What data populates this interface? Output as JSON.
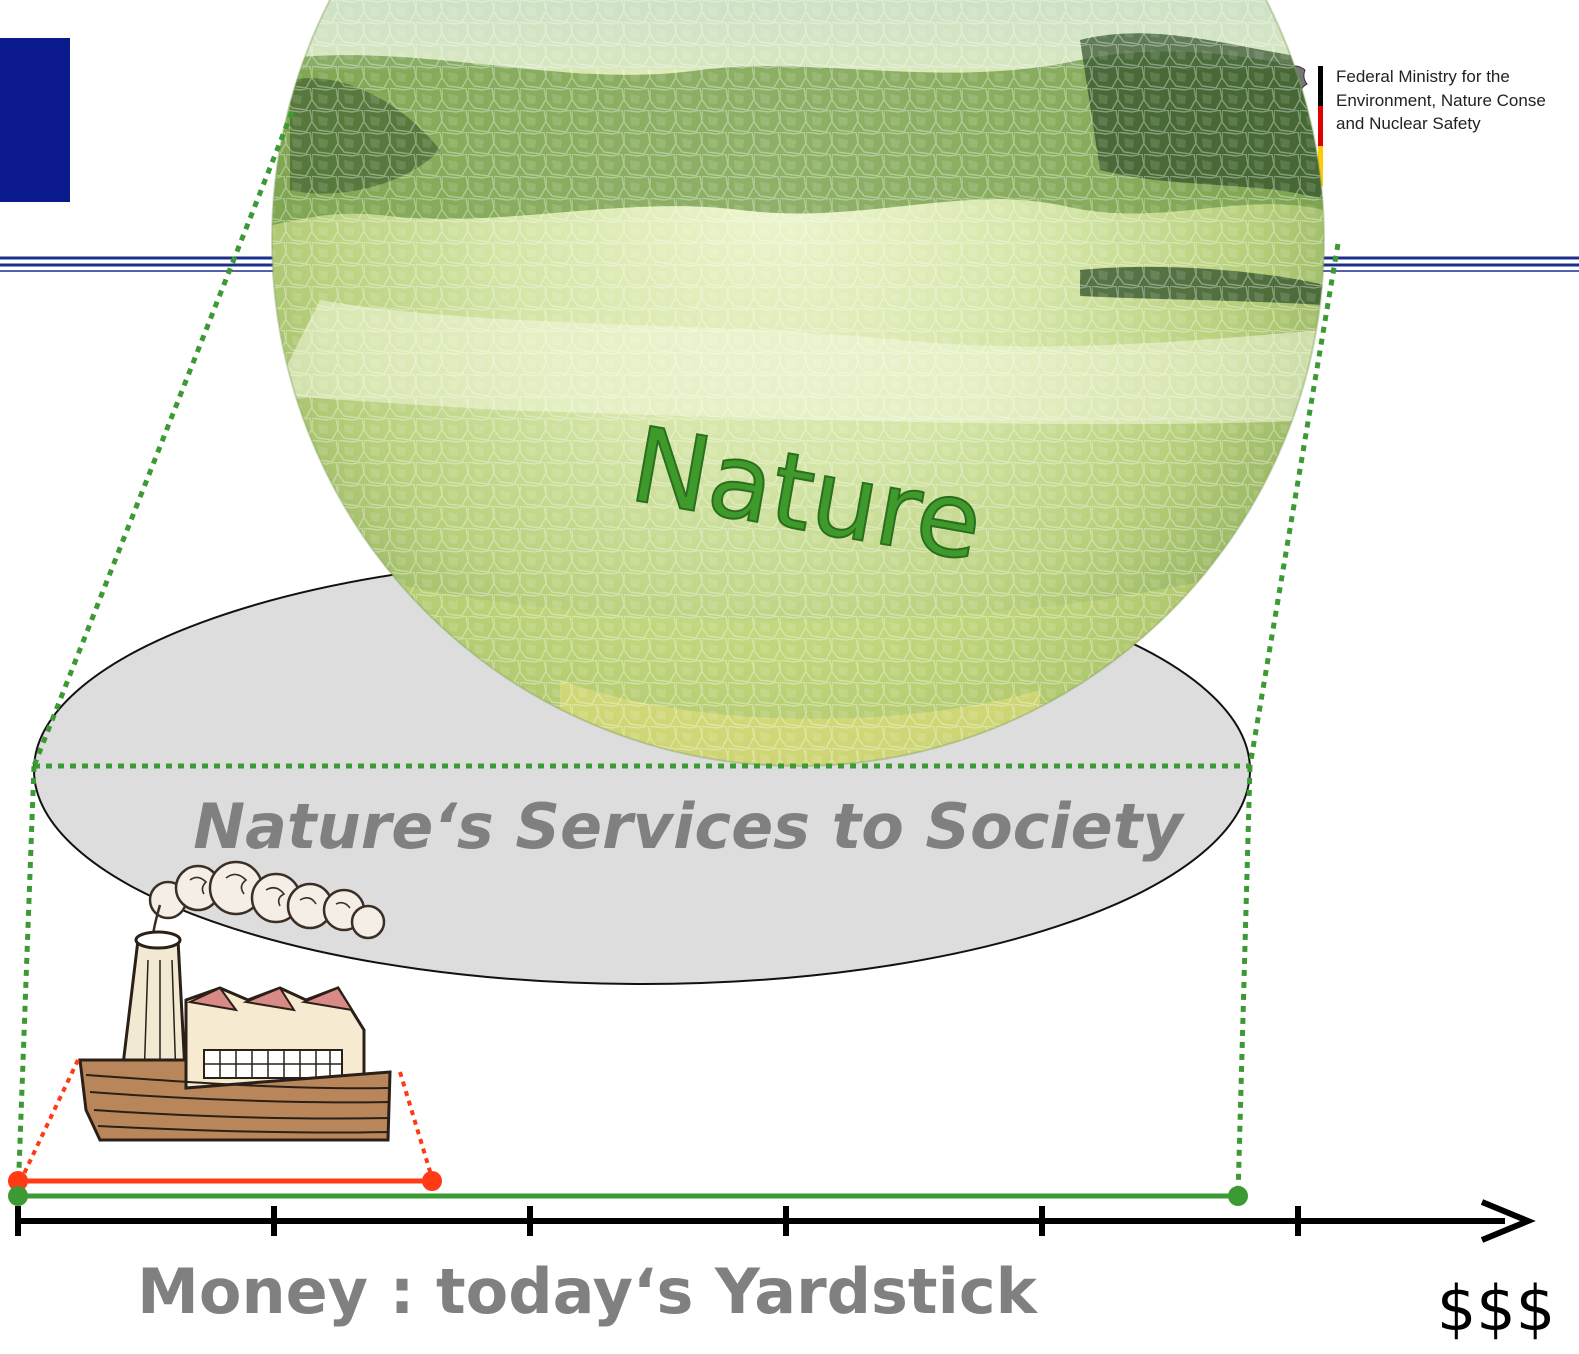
{
  "header": {
    "ministry_line_1": "Federal Ministry for the",
    "ministry_line_2": "Environment, Nature Conse",
    "ministry_line_3": "and Nuclear Safety",
    "left_block_color": "#0a1a8c",
    "rule_color": "#1c2f8c",
    "flag_colors": [
      "#000000",
      "#dd0000",
      "#ffcc00"
    ]
  },
  "diagram": {
    "sphere_label": "Nature",
    "ellipse_label": "Nature‘s Services to Society",
    "sphere_colors": [
      "#e6f0c4",
      "#b5cf7a",
      "#6f9a45",
      "#2f4f2a",
      "#a9cbe8"
    ],
    "ellipse_fill": "#dddddd",
    "industry_line_color": "#ff3a14",
    "nature_line_color": "#3c9a35",
    "factory_icon": "factory-icon"
  },
  "axis": {
    "label": "Money : today‘s Yardstick",
    "unit": "$$$",
    "tick_count": 6
  }
}
